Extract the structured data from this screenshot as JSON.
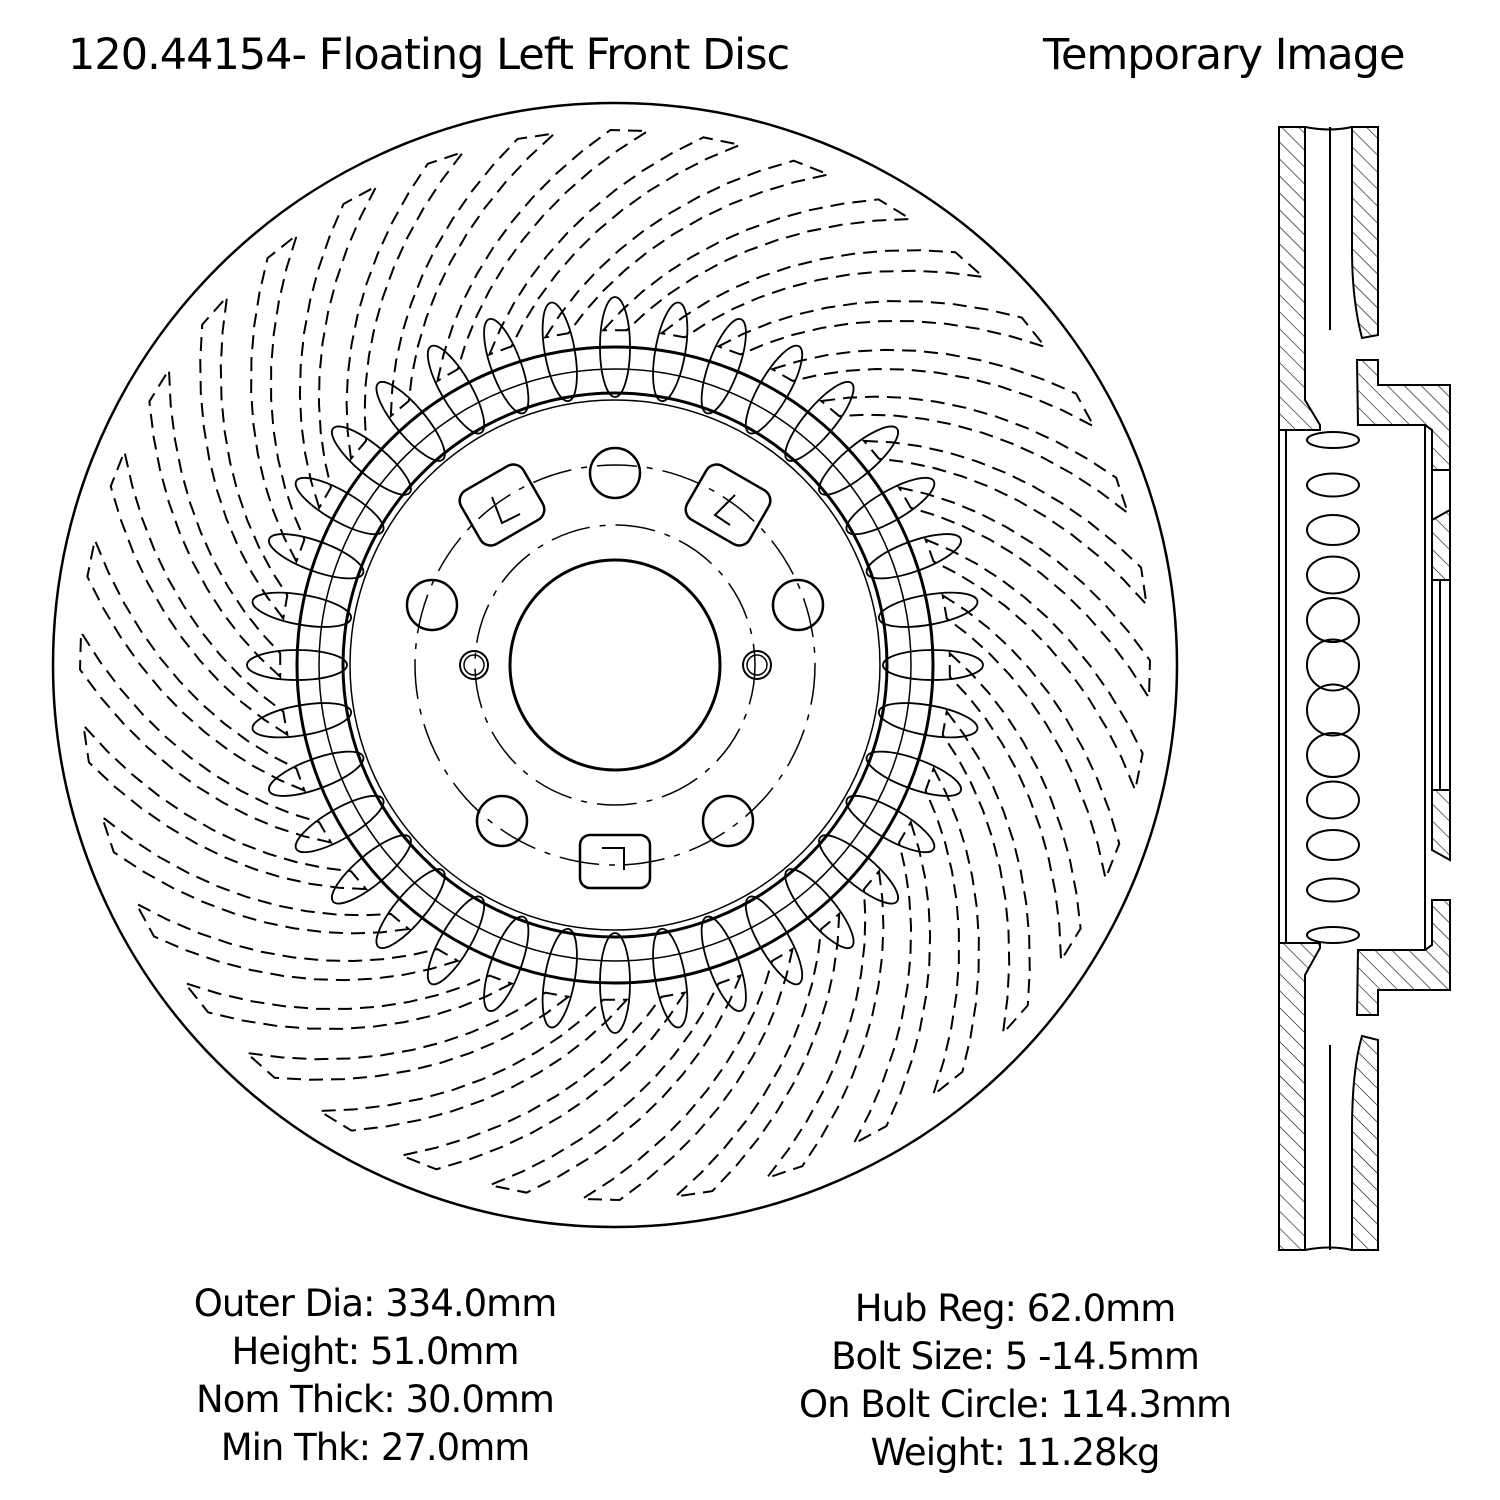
{
  "header": {
    "title": "120.44154- Floating Left Front Disc",
    "subtitle": "Temporary Image"
  },
  "specs_left": [
    {
      "label": "Outer Dia",
      "value": "334.0mm",
      "text": "Outer Dia: 334.0mm"
    },
    {
      "label": "Height",
      "value": "51.0mm",
      "text": "Height: 51.0mm"
    },
    {
      "label": "Nom Thick",
      "value": "30.0mm",
      "text": "Nom Thick: 30.0mm"
    },
    {
      "label": "Min Thk",
      "value": "27.0mm",
      "text": "Min Thk: 27.0mm"
    }
  ],
  "specs_right": [
    {
      "label": "Hub Reg",
      "value": "62.0mm",
      "text": "Hub Reg: 62.0mm"
    },
    {
      "label": "Bolt Size",
      "value": "5 -14.5mm",
      "text": "Bolt Size: 5 -14.5mm"
    },
    {
      "label": "On Bolt Circle",
      "value": "114.3mm",
      "text": "On Bolt Circle: 114.3mm"
    },
    {
      "label": "Weight",
      "value": "11.28kg",
      "text": "Weight: 11.28kg"
    }
  ],
  "drawing": {
    "front_view": {
      "bolt_holes": 5,
      "hub_marks": [
        "L",
        "L",
        "L"
      ],
      "float_pins": 36
    },
    "side_view": {
      "section": "cross-section with hatching"
    },
    "line_color": "#000000"
  }
}
